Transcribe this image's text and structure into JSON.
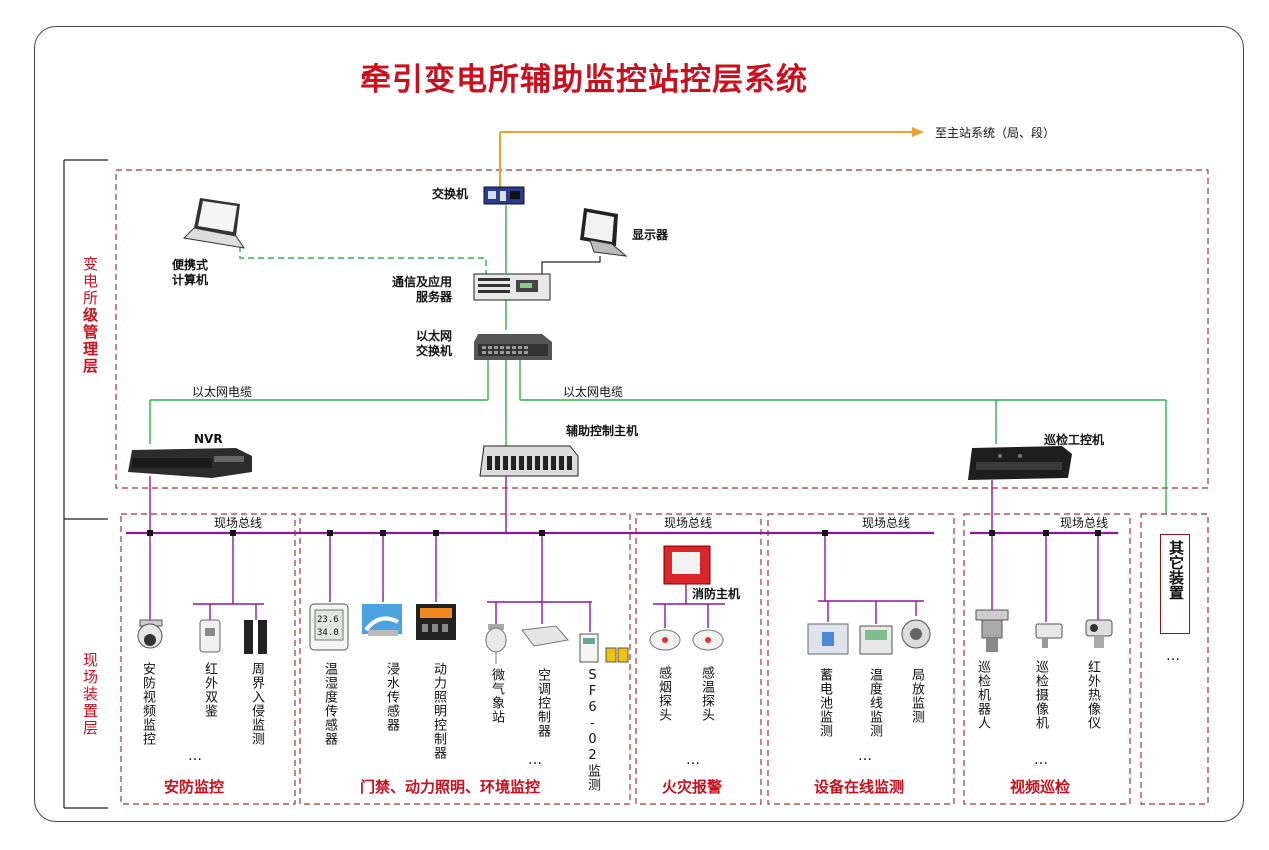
{
  "title": "牵引变电所辅助监控站控层系统",
  "layers": {
    "top_plain": "变电所",
    "top_bold": "级管理层",
    "bottom": "现场装置层"
  },
  "top_devices": {
    "to_main": "至主站系统（局、段）",
    "switch": "交换机",
    "monitor": "显示器",
    "laptop": "便携式\n计算机",
    "server": "通信及应用\n服务器",
    "ethernet_switch": "以太网\n交换机",
    "cable_left": "以太网电缆",
    "cable_right": "以太网电缆",
    "nvr": "NVR",
    "aux_host": "辅助控制主机",
    "patrol_pc": "巡检工控机"
  },
  "field_bus_labels": [
    "现场总线",
    "现场总线",
    "现场总线",
    "现场总线"
  ],
  "devices": {
    "security": [
      "安防视频监控",
      "红外双鉴",
      "周界入侵监测"
    ],
    "env": [
      "温湿度传感器",
      "浸水传感器",
      "动力照明控制器",
      "微气象站",
      "空调控制器",
      "SF6-02监测"
    ],
    "fire_host": "消防主机",
    "fire": [
      "感烟探头",
      "感温探头"
    ],
    "online": [
      "蓄电池监测",
      "温度线监测",
      "局放监测"
    ],
    "video": [
      "巡检机器人",
      "巡检摄像机",
      "红外热像仪"
    ]
  },
  "sensor_display": [
    "23.6",
    "34.0"
  ],
  "ellipsis": "…",
  "groups": {
    "security": "安防监控",
    "env": "门禁、动力照明、环境监控",
    "fire": "火灾报警",
    "online": "设备在线监测",
    "video": "视频巡检"
  },
  "other": "其它装置",
  "colors": {
    "title": "#c8101e",
    "bus": "#8b1a9b",
    "ethernet": "#2db34a",
    "arrow": "#f0a030",
    "dashed_box": "#a83232"
  }
}
